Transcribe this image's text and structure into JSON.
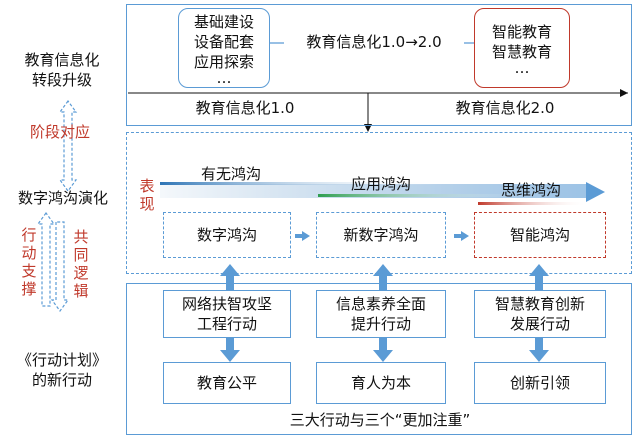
{
  "left": {
    "upgrade": [
      "教育信息化",
      "转段升级"
    ],
    "stage_match": "阶段对应",
    "digital_divide_evolution": "数字鸿沟演化",
    "action_support": [
      "行",
      "动",
      "支",
      "撑"
    ],
    "common_logic": [
      "共",
      "同",
      "逻",
      "辑"
    ],
    "action_plan": [
      "《行动计划》",
      "的新行动"
    ]
  },
  "top": {
    "box1_lines": [
      "基础建设",
      "设备配套",
      "应用探索",
      "…"
    ],
    "arrow_text": "教育信息化1.0→2.0",
    "box2_lines": [
      "智能教育",
      "智慧教育",
      "…"
    ],
    "stage1": "教育信息化1.0",
    "stage2": "教育信息化2.0"
  },
  "middle": {
    "manifest": [
      "表",
      "现"
    ],
    "gradient_labels": [
      "有无鸿沟",
      "应用鸿沟",
      "思维鸿沟"
    ],
    "boxes": [
      "数字鸿沟",
      "新数字鸿沟",
      "智能鸿沟"
    ]
  },
  "bottom": {
    "actions": [
      [
        "网络扶智攻坚",
        "工程行动"
      ],
      [
        "信息素养全面",
        "提升行动"
      ],
      [
        "智慧教育创新",
        "发展行动"
      ]
    ],
    "emphases": [
      "教育公平",
      "育人为本",
      "创新引领"
    ],
    "footer": "三大行动与三个“更加注重”"
  },
  "colors": {
    "frame_blue": "#5b9bd5",
    "arrow_blue": "#5b9bd5",
    "accent_red": "#c0392b",
    "green": "#2e9e4f"
  }
}
